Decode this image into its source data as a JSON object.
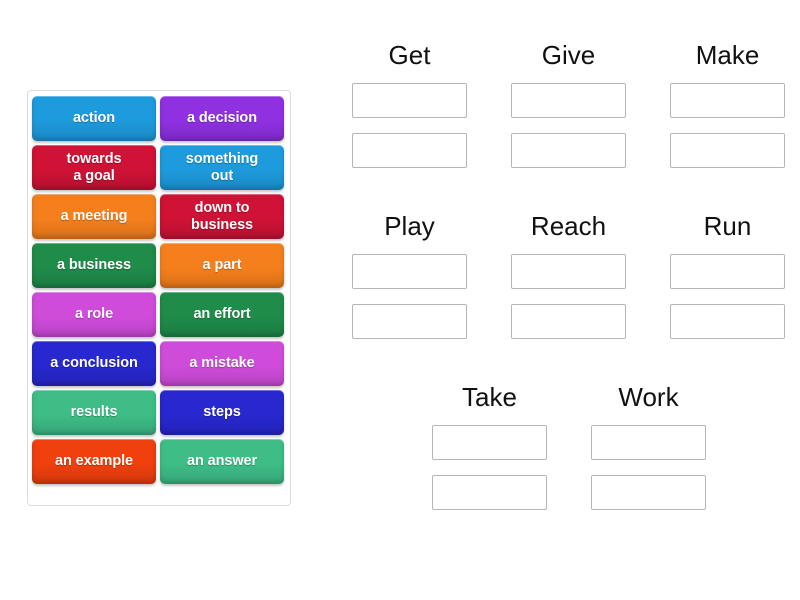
{
  "activity": {
    "type": "drag-and-drop-group-sort",
    "background_color": "#ffffff"
  },
  "tile_tray": {
    "border_color": "#dcdcdc",
    "tiles": [
      {
        "label": "action",
        "color": "#1e9bdd"
      },
      {
        "label": "a decision",
        "color": "#8f30e1"
      },
      {
        "label": "towards\na goal",
        "color": "#cf1235"
      },
      {
        "label": "something\nout",
        "color": "#1e9bdd"
      },
      {
        "label": "a meeting",
        "color": "#f57f1c"
      },
      {
        "label": "down to\nbusiness",
        "color": "#cf1235"
      },
      {
        "label": "a business",
        "color": "#1f8c4a"
      },
      {
        "label": "a part",
        "color": "#f57f1c"
      },
      {
        "label": "a role",
        "color": "#cf4cdb"
      },
      {
        "label": "an effort",
        "color": "#1f8c4a"
      },
      {
        "label": "a conclusion",
        "color": "#2728cf"
      },
      {
        "label": "a mistake",
        "color": "#cf4cdb"
      },
      {
        "label": "results",
        "color": "#3ebd87"
      },
      {
        "label": "steps",
        "color": "#2728cf"
      },
      {
        "label": "an example",
        "color": "#ef400e"
      },
      {
        "label": "an answer",
        "color": "#3ebd87"
      }
    ]
  },
  "groups": {
    "dropzone_border_color": "#b6b6b6",
    "dropzones_per_group": 2,
    "rows": [
      {
        "items": [
          {
            "title": "Get",
            "slots": [
              "",
              ""
            ]
          },
          {
            "title": "Give",
            "slots": [
              "",
              ""
            ]
          },
          {
            "title": "Make",
            "slots": [
              "",
              ""
            ]
          }
        ]
      },
      {
        "items": [
          {
            "title": "Play",
            "slots": [
              "",
              ""
            ]
          },
          {
            "title": "Reach",
            "slots": [
              "",
              ""
            ]
          },
          {
            "title": "Run",
            "slots": [
              "",
              ""
            ]
          }
        ]
      },
      {
        "items": [
          {
            "title": "Take",
            "slots": [
              "",
              ""
            ]
          },
          {
            "title": "Work",
            "slots": [
              "",
              ""
            ]
          }
        ]
      }
    ]
  }
}
